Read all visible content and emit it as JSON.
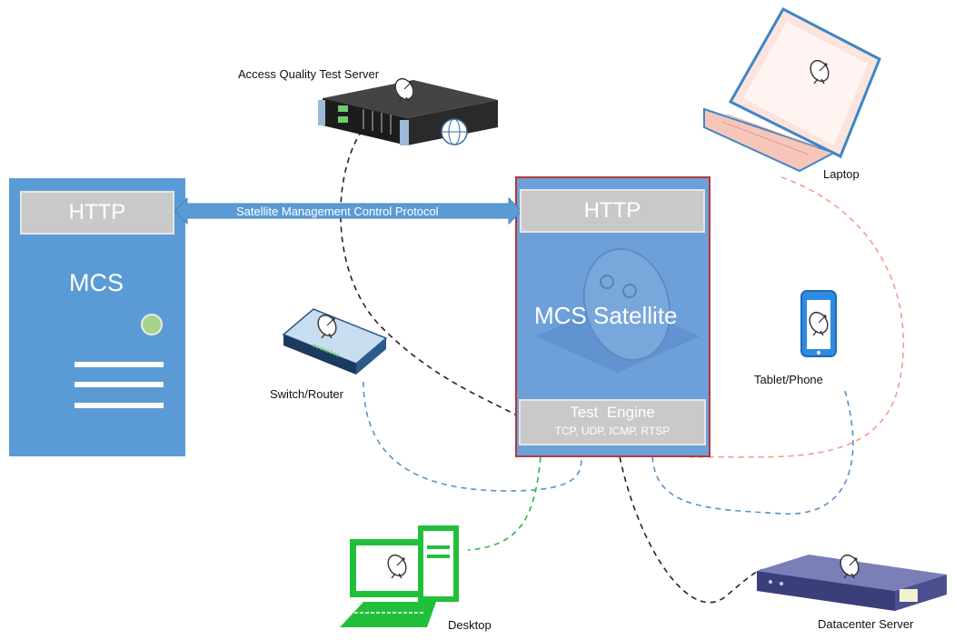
{
  "mcs": {
    "http_label": "HTTP",
    "title": "MCS"
  },
  "satellite": {
    "http_label": "HTTP",
    "title": "MCS Satellite",
    "engine_title": "Test  Engine",
    "engine_protocols": "TCP, UDP, ICMP, RTSP"
  },
  "link": {
    "label": "Satellite Management Control Protocol"
  },
  "devices": {
    "access_server": "Access Quality Test Server",
    "laptop": "Laptop",
    "switch": "Switch/Router",
    "tablet": "Tablet/Phone",
    "desktop": "Desktop",
    "datacenter": "Datacenter Server"
  },
  "colors": {
    "panel_blue": "#5b9bd5",
    "satellite_blue": "#6d9fd9",
    "satellite_border": "#b23a3a",
    "http_grey": "#c9c9c9",
    "status_green": "#a9d18e",
    "desktop_green": "#22c03a",
    "laptop_pink": "#f4b6a8",
    "line_black": "#222222",
    "line_blue": "#5b8fc6",
    "line_green": "#2db84b",
    "line_pink": "#ef9d8f"
  },
  "icons": [
    "server-icon",
    "satellite-dish-icon",
    "globe-icon",
    "laptop-icon",
    "router-icon",
    "phone-icon",
    "desktop-icon",
    "rack-server-icon"
  ]
}
